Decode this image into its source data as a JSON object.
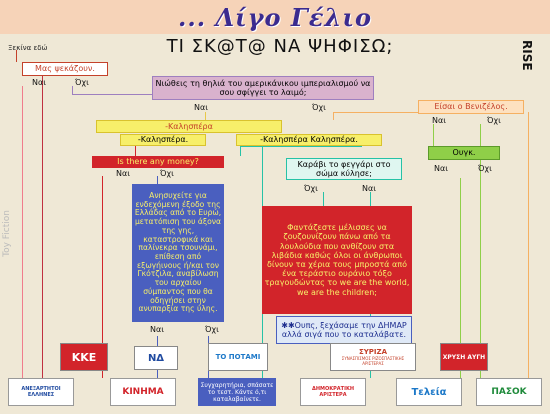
{
  "header": {
    "banner": "... Λίγο Γέλιο",
    "title": "ΤΙ ΣΚ@Τ@ ΝΑ ΨΗΦΙΣΩ;",
    "logo_text": "RISE",
    "start_label": "Ξεκίνα εδώ",
    "watermark": "Toy Fiction"
  },
  "q1": {
    "text": "Μας ψεκάζουν.",
    "yes": "Ναι",
    "no": "Όχι"
  },
  "q2": {
    "text": "Νιώθεις τη θηλιά του αμερικάνικου ιμπεριαλισμού να σου σφίγγει το λαιμό;",
    "yes": "Ναι",
    "no": "Όχι"
  },
  "q3": {
    "text": "Είσαι ο Βενιζέλος.",
    "yes": "Ναι",
    "no": "Όχι"
  },
  "q4": {
    "text": "-Καλησπέρα",
    "left": "-Καλησπέρα.",
    "right": "-Καλησπέρα Καλησπέρα."
  },
  "q5": {
    "text": "Is there any money?",
    "yes": "Ναι",
    "no": "Όχι"
  },
  "q6": {
    "text": "Καράβι το φεγγάρι στο σώμα κύλησε;",
    "yes": "Όχι",
    "no": "Ναι"
  },
  "q7": {
    "text": "Ουγκ.",
    "yes": "Ναι",
    "no": "Όχι"
  },
  "q8": {
    "text": "Ανησυχείτε για ενδεχόμενη έξοδο της Ελλάδας από το Ευρώ, μετατόπιση του άξονα της γης, καταστροφικά και παλίνεκρα τσουνάμι, επίθεση από εξωγήινους ή/και τον Γκότζιλα, αναβίλωση του αρχαίου σύμπαντος που θα οδηγήσει στην ανυπαρξία της ύλης.",
    "yes": "Ναι",
    "no": "Όχι"
  },
  "q9": {
    "text": "Φαντάζεστε μέλισσες να ζουζουνίζουν πάνω από τα λουλούδια που ανθίζουν στα λιβάδια καθώς όλοι οι άνθρωποι δίνουν τα χέρια τους μπροστά από ένα τεράστιο ουράνιο τόξο τραγουδώντας το we are the world, we are the children;"
  },
  "q10": {
    "text": "✱✱Ουπς, ξεχάσαμε την ΔΗΜΑΡ αλλά σιγά που το καταλάβατε."
  },
  "logos": {
    "kke": "KKE",
    "nd": "ΝΔ",
    "potami": "ΤΟ ΠΟΤΑΜΙ",
    "syriza": "ΣΥΡΙΖΑ",
    "syriza_sub": "ΣΥΝΑΣΠΙΣΜΟΣ ΡΙΖΟΣΠΑΣΤΙΚΗΣ ΑΡΙΣΤΕΡΑΣ",
    "xa": "ΧΡΥΣΗ ΑΥΓΗ",
    "anel": "ΑΝΕΞΑΡΤΗΤΟΙ ΕΛΛΗΝΕΣ",
    "kinima": "ΚΙΝΗΜΑ",
    "congrats": "Συγχαρητήρια, σπάσατε το τεστ. Κάντε ό,τι καταλαβαίνετε.",
    "dimar": "ΔΗΜΟΚΡΑΤΙΚΗ ΑΡΙΣΤΕΡΑ",
    "teleia": "Τελεία",
    "pasok": "ΠΑΣΟΚ"
  },
  "colors": {
    "pink": "#f4a0b4",
    "purple": "#9e7fbf",
    "orange": "#f5b062",
    "yellow": "#f7ef6a",
    "red": "#d2242a",
    "blue": "#4a5fbf",
    "green": "#26c2a6",
    "lime": "#8fcf48",
    "border": "#c4412a"
  }
}
